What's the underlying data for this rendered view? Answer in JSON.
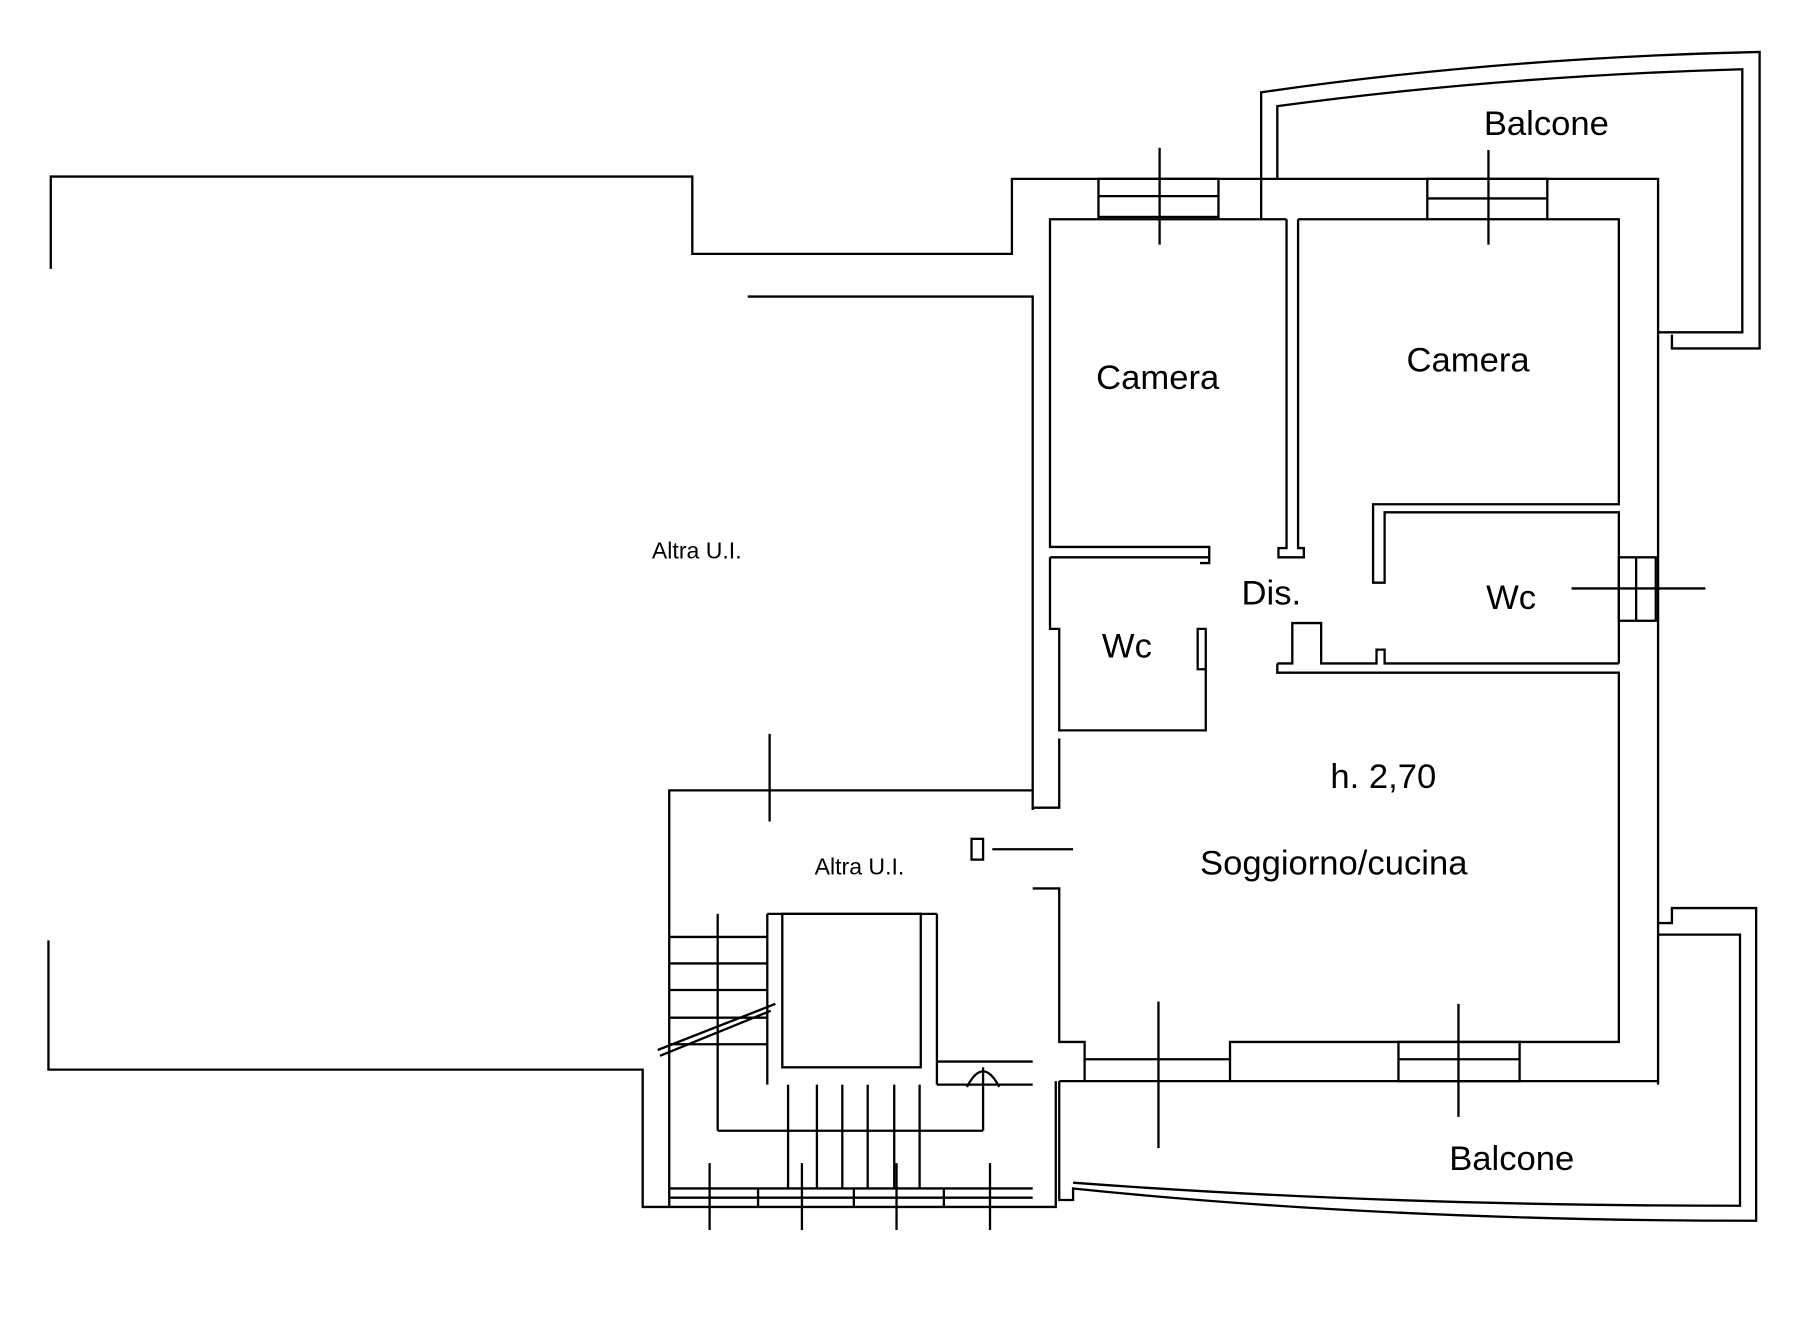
{
  "plan": {
    "rooms": {
      "balcone_top": "Balcone",
      "camera_1": "Camera",
      "camera_2": "Camera",
      "altra_ui_1": "Altra U.I.",
      "altra_ui_2": "Altra U.I.",
      "dis": "Dis.",
      "wc_1": "Wc",
      "wc_2": "Wc",
      "height": "h. 2,70",
      "soggiorno": "Soggiorno/cucina",
      "balcone_bottom": "Balcone"
    },
    "colors": {
      "line": "#000000",
      "background": "#ffffff"
    }
  }
}
